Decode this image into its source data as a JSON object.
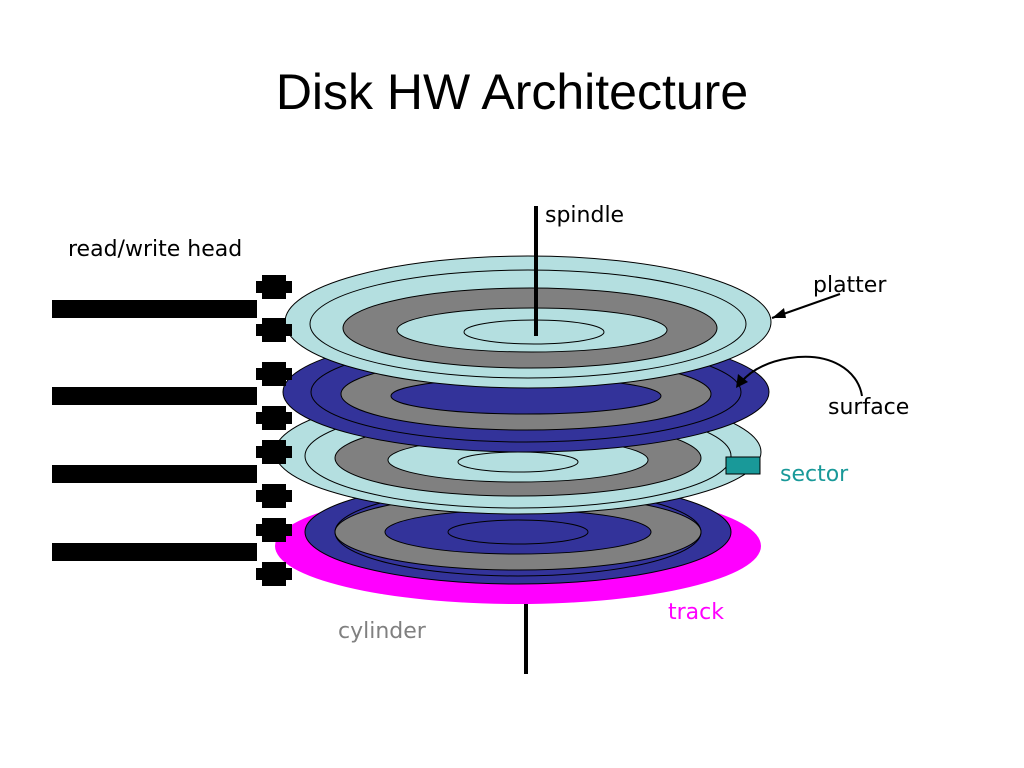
{
  "title": "Disk HW Architecture",
  "labels": {
    "spindle": "spindle",
    "head": "read/write head",
    "platter": "platter",
    "surface": "surface",
    "sector": "sector",
    "track": "track",
    "cylinder": "cylinder"
  },
  "colors": {
    "platter_light": "#b4dfe0",
    "platter_dark": "#33339a",
    "track_ring": "#808080",
    "cylinder_edge": "#ff00ff",
    "sector": "#199999",
    "cylinder_label": "#808080"
  }
}
